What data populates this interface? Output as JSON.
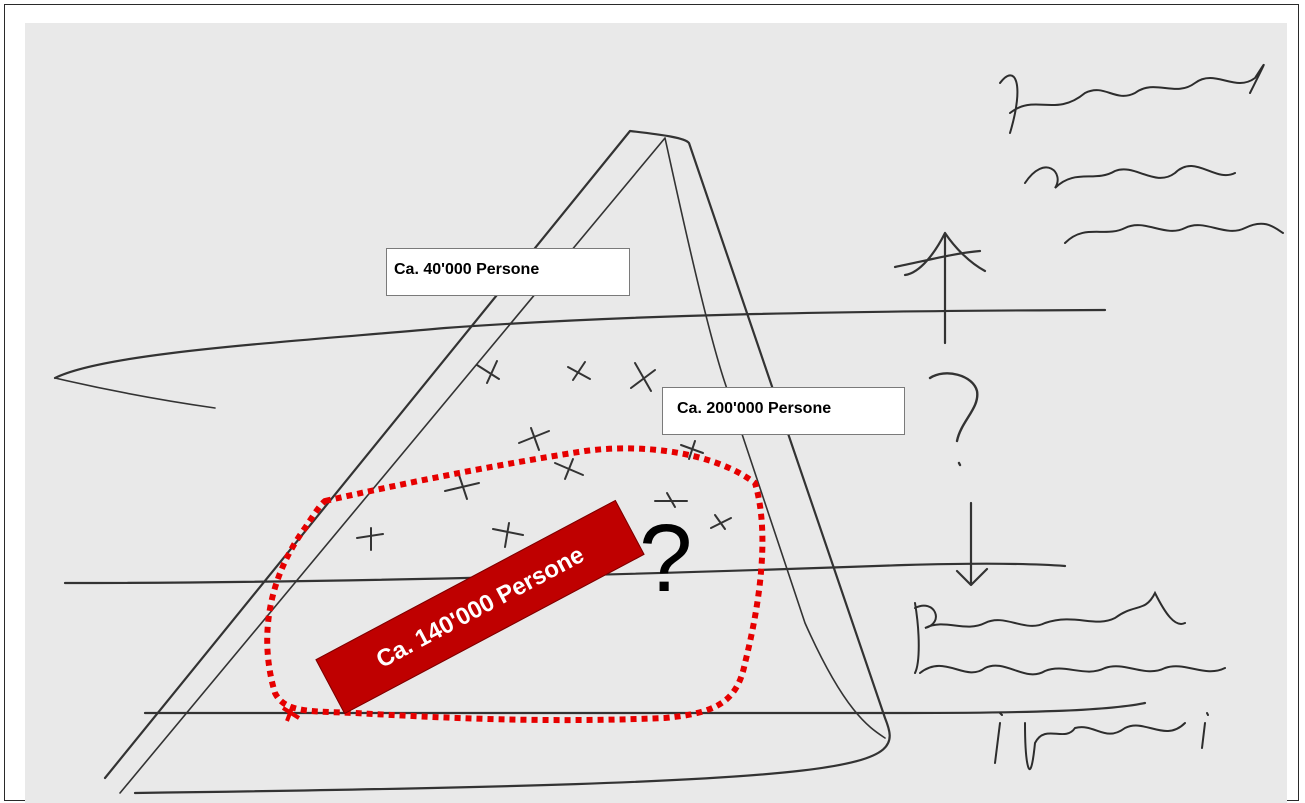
{
  "labels": {
    "upper_box": "Ca. 40'000 Persone",
    "middle_box": "Ca. 200'000 Persone",
    "highlight_banner": "Ca. 140'000 Persone",
    "question_mark": "?"
  },
  "handwriting": {
    "top_right": [
      "fine delle",
      "scaletta",
      "sociale"
    ],
    "bottom_right": [
      "paura di",
      "scendere tra",
      "i poveri"
    ]
  },
  "colors": {
    "paper": "#e9e9e9",
    "pencil": "#333333",
    "highlight_red": "#bf0000",
    "dotted_outline": "#e60000"
  }
}
